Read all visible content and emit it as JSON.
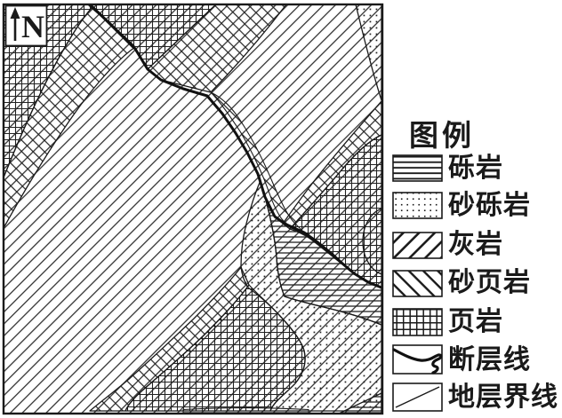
{
  "map": {
    "north_label": "N",
    "fault_color": "#111111",
    "ink_color": "#1a1a1a",
    "paper_color": "#ffffff",
    "regions": [
      {
        "name": "limestone-center",
        "unit": "灰岩",
        "pattern": "diagonal-forward-lines"
      },
      {
        "name": "shale-northwest-corner",
        "unit": "页岩",
        "pattern": "grid-crosshatch"
      },
      {
        "name": "sandy-shale-northwest-band",
        "unit": "砂页岩",
        "pattern": "diagonal-backward-lines"
      },
      {
        "name": "shale-top-wedge",
        "unit": "页岩",
        "pattern": "grid-crosshatch"
      },
      {
        "name": "sandy-shale-top-band",
        "unit": "砂页岩",
        "pattern": "diagonal-backward-lines"
      },
      {
        "name": "sandy-conglomerate-northeast-corner",
        "unit": "砂砾岩",
        "pattern": "dots"
      },
      {
        "name": "sandy-shale-east-band",
        "unit": "砂页岩",
        "pattern": "diagonal-backward-lines"
      },
      {
        "name": "shale-east",
        "unit": "页岩",
        "pattern": "grid-crosshatch"
      },
      {
        "name": "sandy-conglomerate-east-lens",
        "unit": "砂砾岩",
        "pattern": "dots"
      },
      {
        "name": "conglomerate-southeast-band",
        "unit": "砾岩",
        "pattern": "horizontal-lines"
      },
      {
        "name": "sandy-conglomerate-south",
        "unit": "砂砾岩",
        "pattern": "dots"
      },
      {
        "name": "shale-south-lobe",
        "unit": "页岩",
        "pattern": "grid-crosshatch"
      },
      {
        "name": "sandy-shale-south-band",
        "unit": "砂页岩",
        "pattern": "diagonal-backward-lines"
      },
      {
        "name": "conglomerate-bottom-sliver",
        "unit": "砾岩",
        "pattern": "horizontal-lines"
      },
      {
        "name": "conglomerate-corner-sliver",
        "unit": "砾岩",
        "pattern": "horizontal-lines"
      },
      {
        "name": "fault-line",
        "unit": "断层线",
        "pattern": "thick-line"
      }
    ]
  },
  "legend": {
    "title": "图例",
    "items": [
      {
        "label": "砾岩",
        "pattern": "horizontal-lines-swatch"
      },
      {
        "label": "砂砾岩",
        "pattern": "dots-swatch"
      },
      {
        "label": "灰岩",
        "pattern": "diagonal-forward-swatch"
      },
      {
        "label": "砂页岩",
        "pattern": "diagonal-backward-swatch"
      },
      {
        "label": "页岩",
        "pattern": "grid-swatch"
      },
      {
        "label": "断层线",
        "pattern": "fault-line-swatch"
      },
      {
        "label": "地层界线",
        "pattern": "boundary-line-swatch"
      }
    ]
  }
}
